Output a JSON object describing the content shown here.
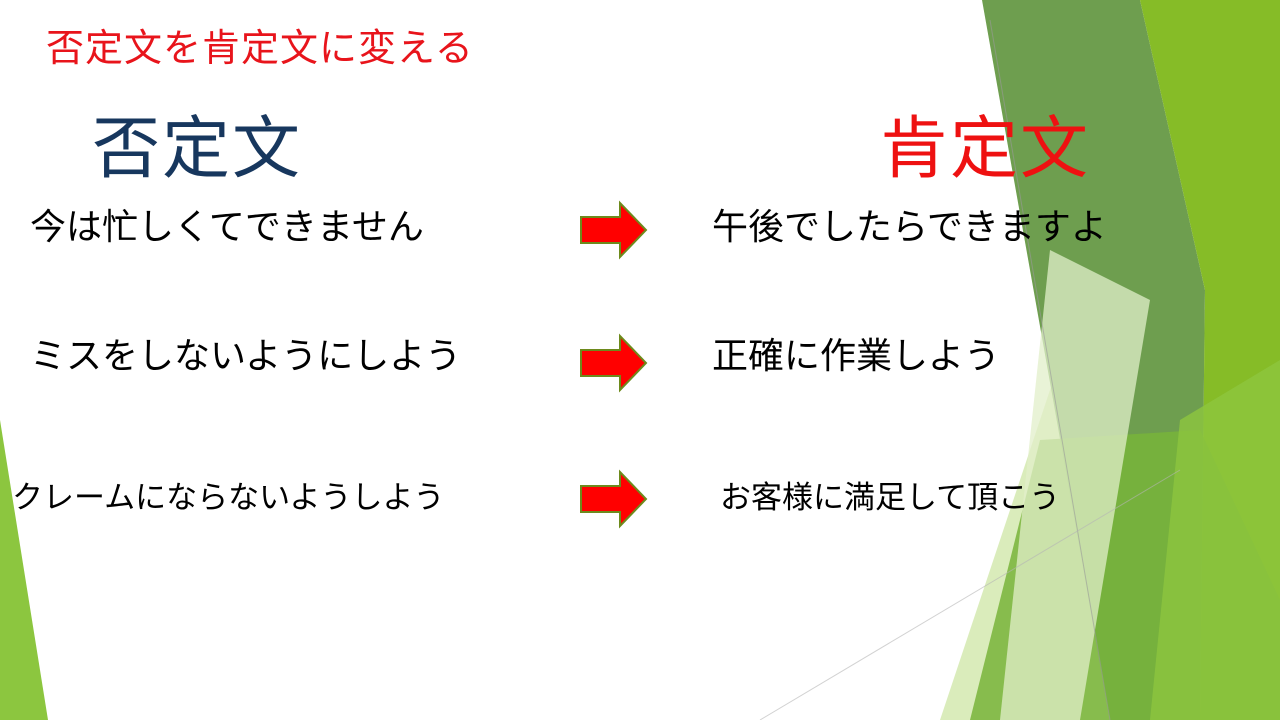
{
  "slide": {
    "title": "否定文を肯定文に変える",
    "left_heading": "否定文",
    "right_heading": "肯定文",
    "rows": [
      {
        "negative": "今は忙しくてできません",
        "positive": "午後でしたらできますよ"
      },
      {
        "negative": "ミスをしないようにしよう",
        "positive": "正確に作業しよう"
      },
      {
        "negative": "クレームにならないようしよう",
        "positive": "お客様に満足して頂こう"
      }
    ]
  },
  "colors": {
    "title": "#e8141b",
    "left_heading": "#17375e",
    "right_heading": "#ee1111",
    "arrow_fill": "#ff0000",
    "arrow_stroke": "#6d8a1c",
    "green_dark": "#5f9b3c",
    "green_mid": "#86bc27",
    "green_light": "#cfe5a8"
  }
}
